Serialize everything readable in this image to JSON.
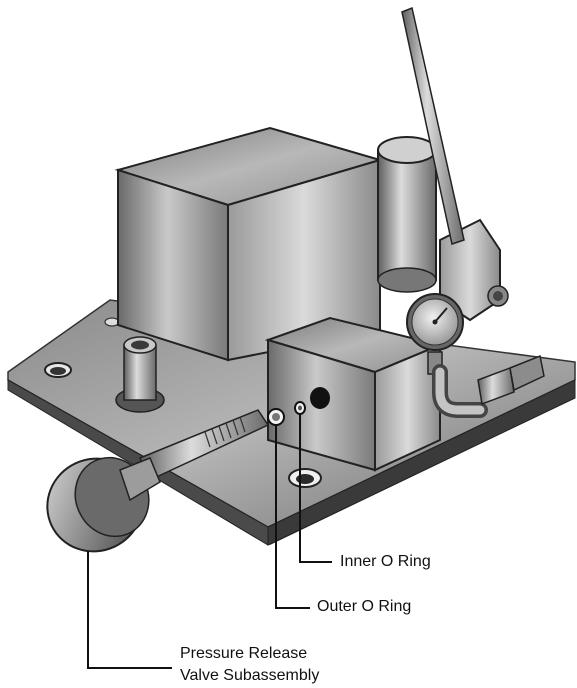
{
  "labels": {
    "inner_o_ring": "Inner O Ring",
    "outer_o_ring": "Outer O Ring",
    "pressure_release_line1": "Pressure Release",
    "pressure_release_line2": "Valve Subassembly"
  }
}
